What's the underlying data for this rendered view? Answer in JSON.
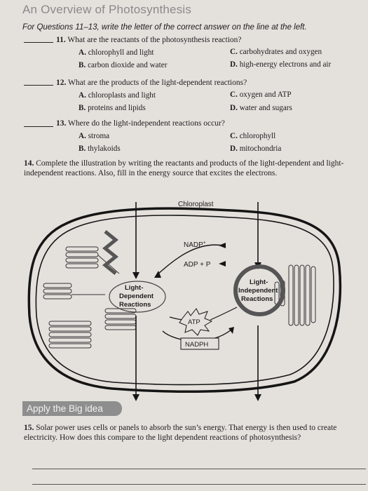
{
  "header": {
    "title": "An Overview of Photosynthesis",
    "instructions": "For Questions 11–13, write the letter of the correct answer on the line at the left."
  },
  "questions": [
    {
      "number": "11.",
      "text": "What are the reactants of the photosynthesis reaction?",
      "options": [
        {
          "letter": "A.",
          "text": "chlorophyll and light"
        },
        {
          "letter": "C.",
          "text": "carbohydrates and oxygen"
        },
        {
          "letter": "B.",
          "text": "carbon dioxide and water"
        },
        {
          "letter": "D.",
          "text": "high-energy electrons and air"
        }
      ]
    },
    {
      "number": "12.",
      "text": "What are the products of the light-dependent reactions?",
      "options": [
        {
          "letter": "A.",
          "text": "chloroplasts and light"
        },
        {
          "letter": "C.",
          "text": "oxygen and ATP"
        },
        {
          "letter": "B.",
          "text": "proteins and lipids"
        },
        {
          "letter": "D.",
          "text": "water and sugars"
        }
      ]
    },
    {
      "number": "13.",
      "text": "Where do the light-independent reactions occur?",
      "options": [
        {
          "letter": "A.",
          "text": "stroma"
        },
        {
          "letter": "C.",
          "text": "chlorophyll"
        },
        {
          "letter": "B.",
          "text": "thylakoids"
        },
        {
          "letter": "D.",
          "text": "mitochondria"
        }
      ]
    }
  ],
  "q14": {
    "number": "14.",
    "text": "Complete the illustration by writing the reactants and products of the light-dependent and light-independent reactions. Also, fill in the energy source that excites the electrons."
  },
  "diagram": {
    "chloroplast_label": "Chloroplast",
    "nadp_plus": "NADP",
    "nadp_plus_sup": "+",
    "adp_p": "ADP + P",
    "light_dependent": [
      "Light-",
      "Dependent",
      "Reactions"
    ],
    "light_independent": [
      "Light-",
      "Independent",
      "Reactions"
    ],
    "atp": "ATP",
    "nadph": "NADPH"
  },
  "apply": {
    "label": "Apply the Big idea"
  },
  "q15": {
    "number": "15.",
    "text": "Solar power uses cells or panels to absorb the sun’s energy. That energy is then used to create electricity. How does this compare to the light dependent reactions of photosynthesis?"
  }
}
